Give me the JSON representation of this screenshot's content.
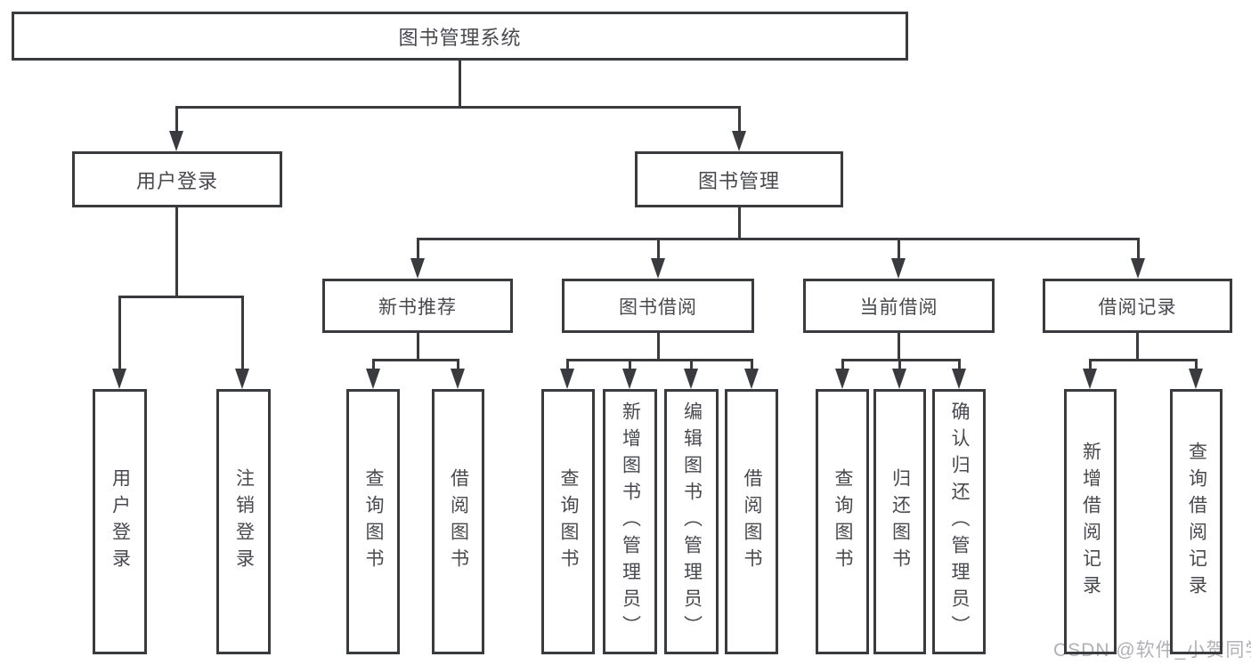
{
  "colors": {
    "line": "#3a3b3e",
    "text": "#48494e",
    "watermark": "#b1b1b5",
    "background": "#ffffff"
  },
  "watermark": {
    "text": "CSDN @软件_小贺同学"
  },
  "diagram": {
    "type": "hierarchy-tree",
    "root": {
      "label": "图书管理系统"
    },
    "branches": [
      {
        "label": "用户登录",
        "children": [
          {
            "label": "用户登录"
          },
          {
            "label": "注销登录"
          }
        ]
      },
      {
        "label": "图书管理",
        "children": [
          {
            "label": "新书推荐",
            "children": [
              {
                "label": "查询图书"
              },
              {
                "label": "借阅图书"
              }
            ]
          },
          {
            "label": "图书借阅",
            "children": [
              {
                "label": "查询图书"
              },
              {
                "label": "新增图书（管理员）"
              },
              {
                "label": "编辑图书（管理员）"
              },
              {
                "label": "借阅图书"
              }
            ]
          },
          {
            "label": "当前借阅",
            "children": [
              {
                "label": "查询图书"
              },
              {
                "label": "归还图书"
              },
              {
                "label": "确认归还（管理员）"
              }
            ]
          },
          {
            "label": "借阅记录",
            "children": [
              {
                "label": "新增借阅记录"
              },
              {
                "label": "查询借阅记录"
              }
            ]
          }
        ]
      }
    ]
  }
}
